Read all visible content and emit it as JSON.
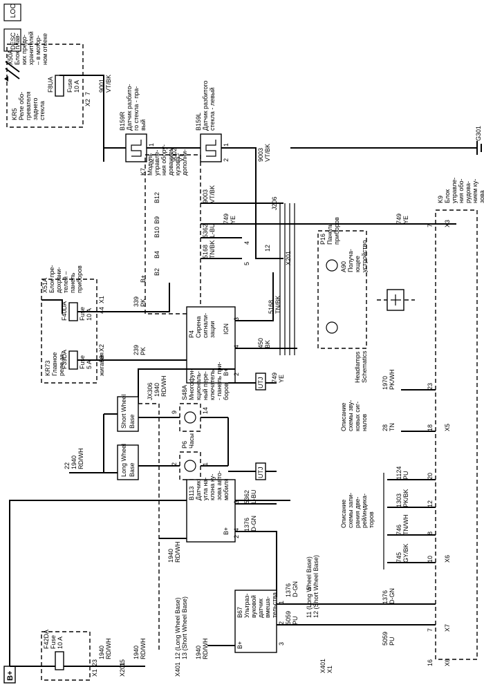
{
  "nav_icons": [
    "LOC",
    "DESC"
  ],
  "connectors": {
    "x1": "X1",
    "x2": "X2",
    "x3": "X3",
    "x5": "X5",
    "x6": "X6",
    "x7": "X7",
    "x201": "X201",
    "x401": "X401",
    "j206": "J206",
    "g301": "G301",
    "jx306": "JX306",
    "utj": "UTJ",
    "bplus": "B+",
    "ign": "IGN"
  },
  "modules": {
    "x50a": [
      "X50A",
      "Блок плав-",
      "ких предо-",
      "хранителей",
      "– в мотор-",
      "ном отсеке"
    ],
    "kr5": [
      "KR5",
      "Реле обо-",
      "гревателя",
      "заднего",
      "стекла"
    ],
    "f8ua": [
      "F8UA",
      "Fuse",
      "10 A"
    ],
    "b159r": [
      "B159R",
      "Датчик разбито-",
      "го стекла - пра-",
      "вый"
    ],
    "b159l": [
      "B159L",
      "Датчик разбитого",
      "стекла - левый"
    ],
    "k7": [
      "K7",
      "Модуль",
      "управле-",
      "ния обору-",
      "дованием",
      "кузова -",
      "дополни-",
      "тельный"
    ],
    "x51a": [
      "X51A",
      "Блок пре-",
      "дохрани-",
      "телей –",
      "панель",
      "приборов"
    ],
    "f40da": [
      "F40DA",
      "Fuse",
      "10 A"
    ],
    "f39da": [
      "F39DA",
      "Fuse",
      "5 A"
    ],
    "kr73": [
      "KR73",
      "Главное",
      "реле за-",
      "жигания"
    ],
    "p4": [
      "P4",
      "Сирена",
      "сигнали-",
      "зации"
    ],
    "p16": [
      "P16",
      "Панель",
      "приборов"
    ],
    "a90": [
      "A90",
      "Получа-",
      "ющее",
      "устройство"
    ],
    "k9": [
      "K9",
      "Блок",
      "управле-",
      "ния обо-",
      "рудова-",
      "нием ку-",
      "зова"
    ],
    "s48a": [
      "S48A",
      "Многофун-",
      "кциональ-",
      "ный пере-",
      "ключатель",
      "- панель при-",
      "боров"
    ],
    "p6": [
      "P6",
      "Часы"
    ],
    "b113": [
      "B113",
      "Датчик",
      "угла на-",
      "клона ку-",
      "зова авто-",
      "мобиля"
    ],
    "b67": [
      "B67",
      "Ультраз-",
      "вуковой",
      "датчик",
      "вмеша-",
      "тельства"
    ],
    "f42da": [
      "F42DA",
      "Fuse",
      "10 A"
    ],
    "short_wb": [
      "Short Wheel",
      "Base"
    ],
    "long_wb": [
      "Long Wheel",
      "Base"
    ]
  },
  "references": {
    "headlamps": [
      "Headlamps",
      "Schematics"
    ],
    "sound": [
      "Описание",
      "схемы зву-",
      "ковых сиг-",
      "налов"
    ],
    "door_locks": [
      "Описание",
      "схемы запи-",
      "рания две-",
      "рей/индика-",
      "торов"
    ]
  },
  "wires": {
    "w9001": [
      "9001",
      "VT/BK"
    ],
    "w9002": [
      "9002",
      "VT"
    ],
    "w9003a": [
      "9003",
      "VT/BK"
    ],
    "w9003b": [
      "9003",
      "VT/BK"
    ],
    "w749a": [
      "749",
      "YE"
    ],
    "w749b": [
      "749",
      "YE"
    ],
    "w749c": [
      "749",
      "YE"
    ],
    "w5362a": [
      "5362",
      "L-BU"
    ],
    "w5362b": [
      "5362",
      "L-BU"
    ],
    "w5168a": [
      "5168",
      "TN/BK"
    ],
    "w5168b": [
      "5168",
      "TN/BK"
    ],
    "w339": [
      "339",
      "PK"
    ],
    "w239": [
      "239",
      "PK"
    ],
    "w450": [
      "450",
      "BK"
    ],
    "w1940a": [
      "1940",
      "RD/WH"
    ],
    "w1940b": [
      "22",
      "1940",
      "RD/WH"
    ],
    "w1940c": [
      "1940",
      "RD/WH"
    ],
    "w1940d": [
      "1940",
      "RD/WH"
    ],
    "w1940e": [
      "1940",
      "RD/WH"
    ],
    "w1940f": [
      "1940",
      "RD/WH"
    ],
    "w1970": [
      "1970",
      "PK/WH"
    ],
    "w28": [
      "28",
      "TN"
    ],
    "w1124": [
      "1124",
      "PU"
    ],
    "w1303": [
      "1303",
      "PK/BK"
    ],
    "w746": [
      "746",
      "TN/WH"
    ],
    "w745": [
      "745",
      "GY/BK"
    ],
    "w1376a": [
      "1376",
      "D-GN"
    ],
    "w1376b": [
      "1376",
      "D-GN"
    ],
    "w1376c": [
      "1376",
      "D-GN"
    ],
    "w5059a": [
      "5059",
      "PU"
    ],
    "w5059b": [
      "5059",
      "PU"
    ],
    "wb_note1": [
      "12 (Long Wheel Base)",
      "13 (Short Wheel Base)"
    ],
    "wb_note2": [
      "11 (Long Wheel Base)",
      "12 (Short Wheel Base)"
    ]
  },
  "pins": {
    "p_x2_7": "7",
    "p_x2_lbl": "X2",
    "p_b159r_1": "1",
    "p_b159r_2": "2",
    "p_b159l_1": "1",
    "p_b159l_2": "2",
    "p_12": "12",
    "p_b12": "B12",
    "p_b9": "B9",
    "p_b10": "B10",
    "p_b4": "B4",
    "p_b2": "B2",
    "p_4": "4",
    "p_5": "5",
    "p_44": "44",
    "p_59": "59",
    "p_x1a": "X1",
    "p_x2b": "X2",
    "p_x1b": "X1",
    "p_x1c": "X1",
    "p_p4_3": "3",
    "p_p4_4": "4",
    "p_p4_2": "2",
    "p_7": "7",
    "p_23": "23",
    "p_18": "18",
    "p_20": "20",
    "p_12b": "12",
    "p_8": "8",
    "p_10": "10",
    "p_9": "9",
    "p_14": "14",
    "p_2a": "2",
    "p_1a": "1",
    "p_3a": "3",
    "p_4a": "4",
    "p_2b": "2",
    "p_5b": "5",
    "p_15": "15",
    "p_23b": "23",
    "p_3b": "3",
    "p_2c": "2",
    "p_1b": "1",
    "p_7b": "7",
    "p_16": "16"
  }
}
